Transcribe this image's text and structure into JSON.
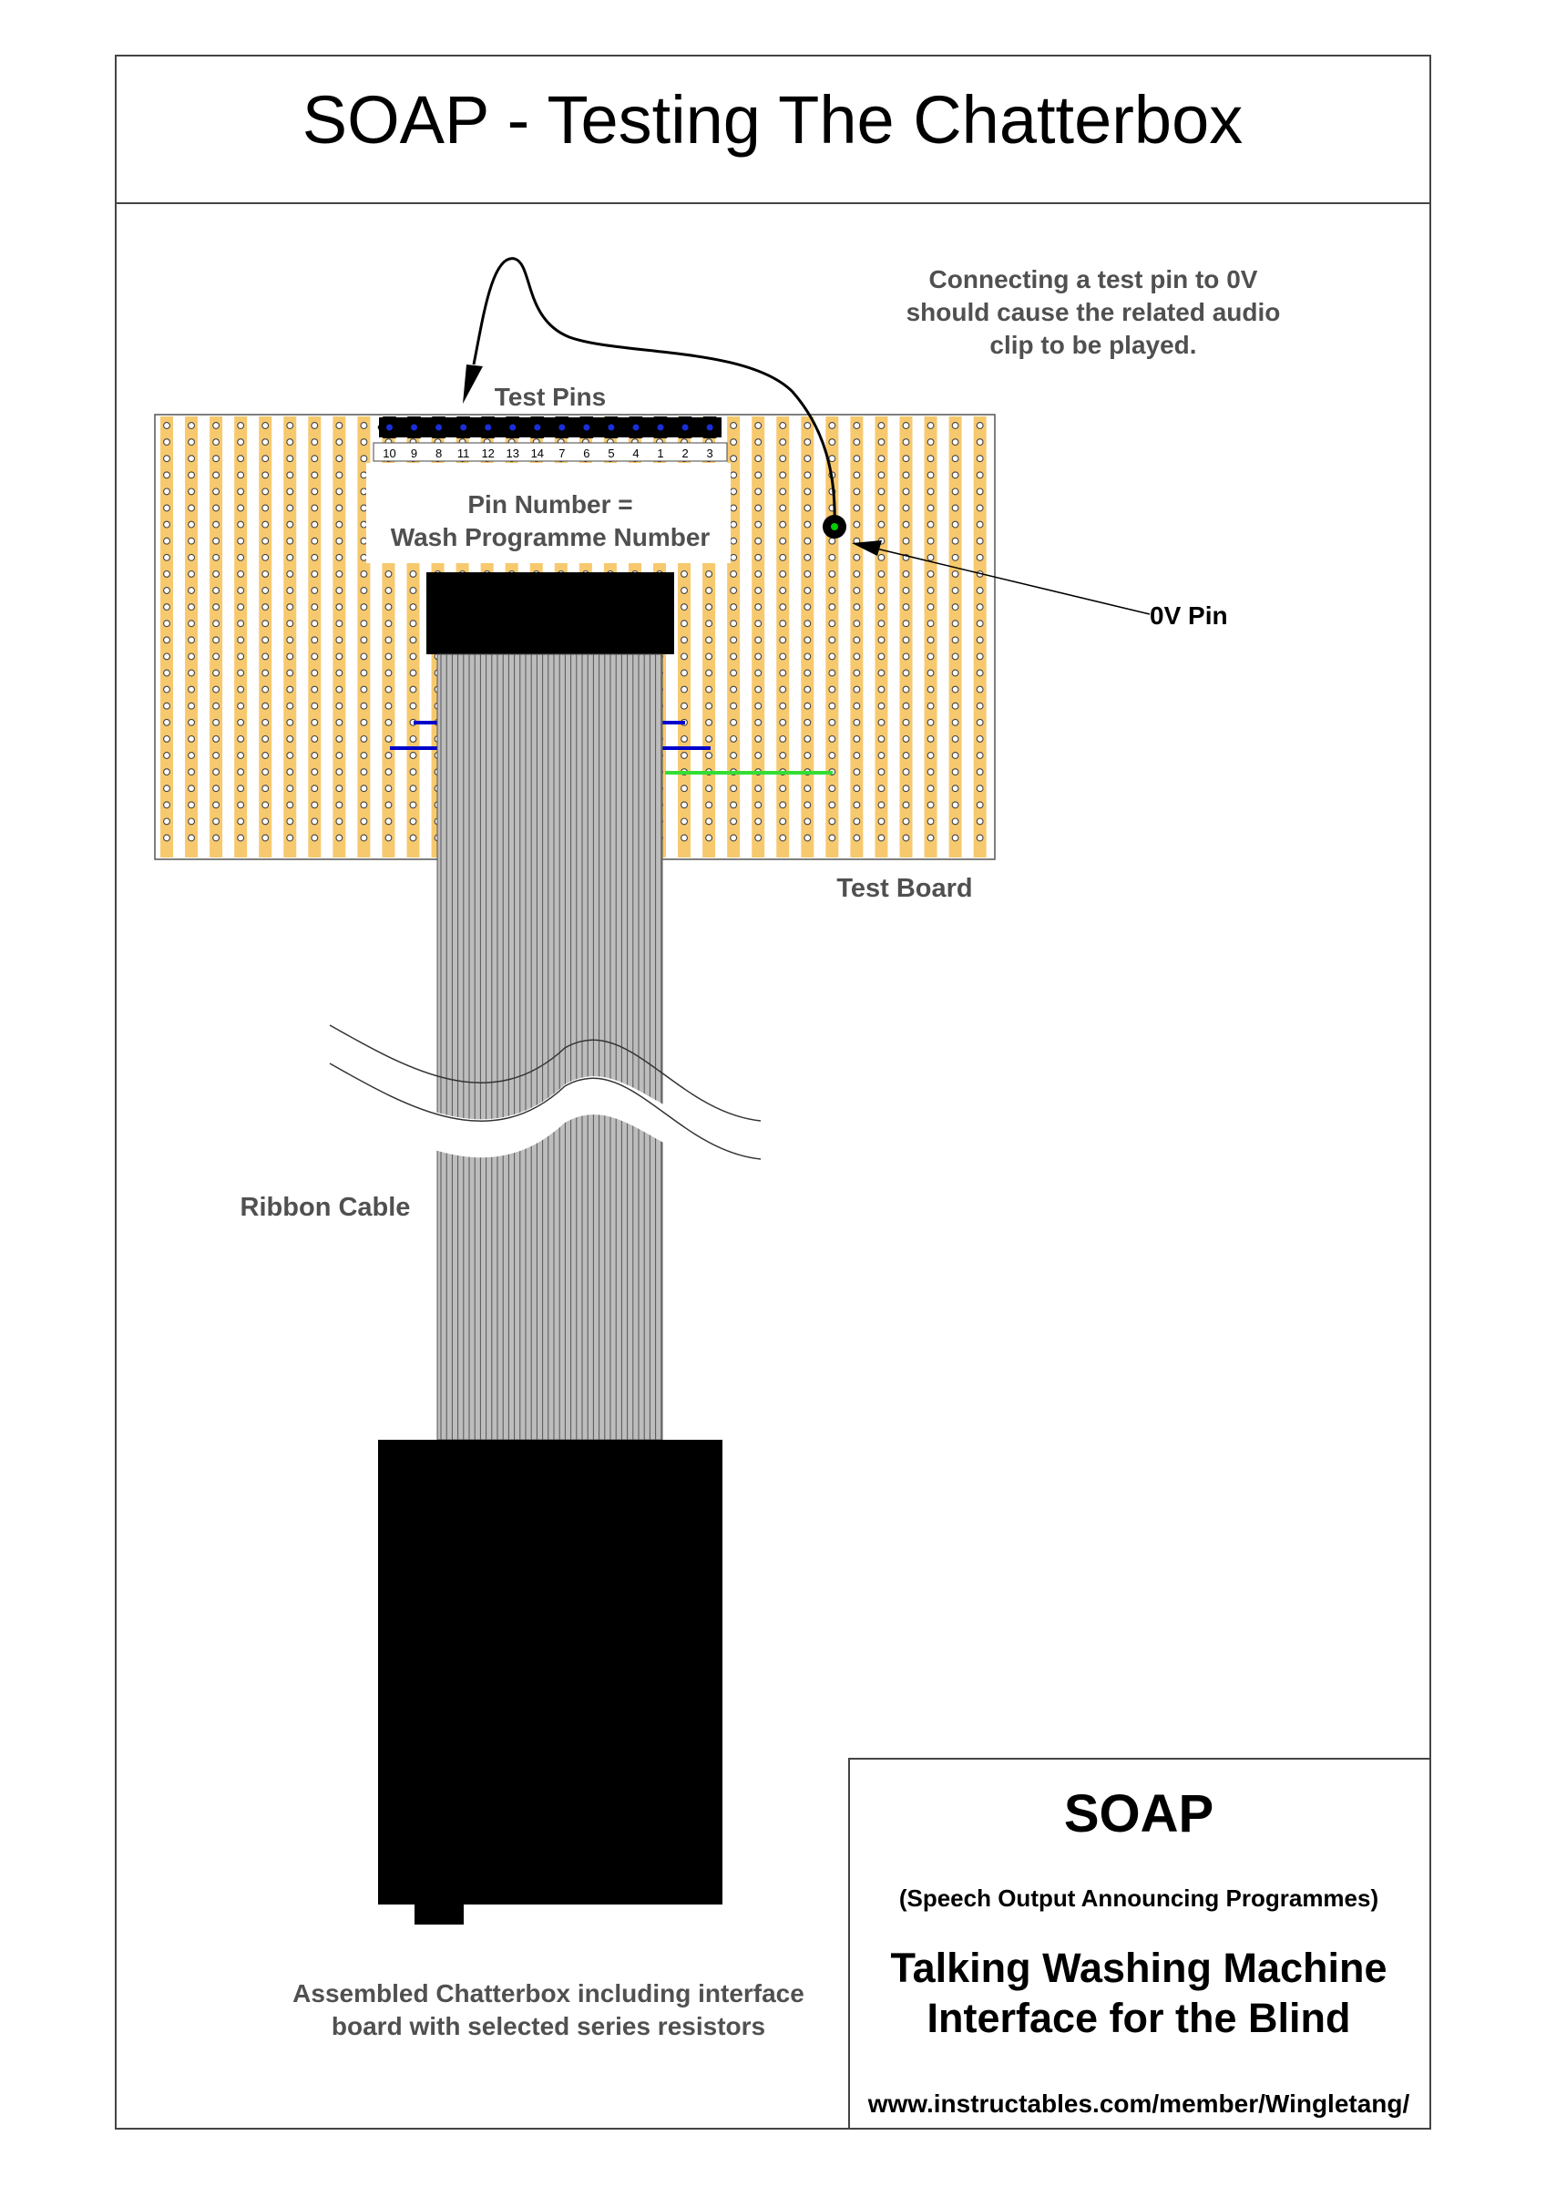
{
  "title": "SOAP - Testing The Chatterbox",
  "annotations": {
    "test_pin_note": [
      "Connecting a test pin to 0V",
      "should cause the related audio",
      "clip to be played."
    ],
    "test_pins": "Test Pins",
    "pin_number": [
      "Pin Number =",
      "Wash Programme Number"
    ],
    "zero_v_pin": "0V Pin",
    "test_board": "Test Board",
    "ribbon_cable": "Ribbon Cable",
    "assembled": [
      "Assembled Chatterbox including interface",
      "board with selected series resistors"
    ]
  },
  "pin_labels": [
    "10",
    "9",
    "8",
    "11",
    "12",
    "13",
    "14",
    "7",
    "6",
    "5",
    "4",
    "1",
    "2",
    "3"
  ],
  "title_block": {
    "name": "SOAP",
    "expansion": "(Speech Output Announcing Programmes)",
    "line1": "Talking Washing Machine",
    "line2": "Interface for the Blind",
    "url": "www.instructables.com/member/Wingletang/"
  },
  "colors": {
    "stripboard_copper": "#f7c96e",
    "jumper_blue": "#0000cc",
    "jumper_green": "#33dd33",
    "ribbon_grey": "#bdbdbd",
    "housing_black": "#000000",
    "led_green": "#00cc00"
  }
}
